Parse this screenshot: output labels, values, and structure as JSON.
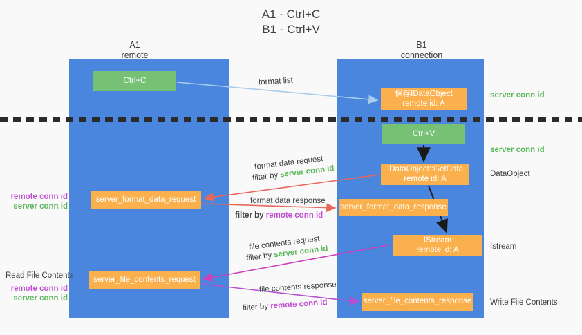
{
  "title": {
    "line1": "A1 - Ctrl+C",
    "line2": "B1 - Ctrl+V"
  },
  "columns": {
    "left": {
      "name": "A1",
      "sub": "remote"
    },
    "right": {
      "name": "B1",
      "sub": "connection"
    }
  },
  "boxes": {
    "ctrl_c": {
      "line1": "Ctrl+C",
      "line2": "",
      "color": "#77c175"
    },
    "save_idataobject": {
      "line1": "保存IDataObject",
      "line2": "remote id: A",
      "color": "#fbb04e"
    },
    "ctrl_v": {
      "line1": "Ctrl+V",
      "line2": "",
      "color": "#77c175"
    },
    "getdata": {
      "line1": "IDataObject::GetData",
      "line2": "remote id: A",
      "color": "#fbb04e"
    },
    "format_data_request": {
      "line1": "server_format_data_request",
      "line2": "",
      "color": "#fbb04e"
    },
    "format_data_response": {
      "line1": "server_format_data_response",
      "line2": "",
      "color": "#fbb04e"
    },
    "istream": {
      "line1": "IStream",
      "line2": "remote id: A",
      "color": "#fbb04e"
    },
    "file_contents_request": {
      "line1": "server_file_contents_request",
      "line2": "",
      "color": "#fbb04e"
    },
    "file_contents_response": {
      "line1": "server_file_contents_response",
      "line2": "",
      "color": "#fbb04e"
    }
  },
  "annotations": {
    "server_conn_id_1": "server conn id",
    "server_conn_id_2": "server conn id",
    "data_object": "DataObject",
    "istream": "Istream",
    "write_file_contents": "Write File Contents",
    "read_file_contents": "Read File Contents",
    "remote_conn_id": "remote conn id",
    "server_conn_id": "server conn id"
  },
  "edges": {
    "format_list": "format list",
    "format_data_request": "format data request",
    "format_data_request_filter_prefix": "filter by ",
    "format_data_request_filter_key": "server conn id",
    "format_data_response": "format data response",
    "format_data_response_filter_prefix": "filter by ",
    "format_data_response_filter_key": "remote conn id",
    "file_contents_request": "file contents request",
    "file_contents_request_filter_prefix": "filter by ",
    "file_contents_request_filter_key": "server conn id",
    "file_contents_response": "file contents response",
    "file_contents_response_filter_prefix": "filter by ",
    "file_contents_response_filter_key": "remote conn id"
  },
  "colors": {
    "lane": "#4a86dd",
    "green_box": "#77c175",
    "orange_box": "#fbb04e",
    "arrow_light_blue": "#a9ccec",
    "arrow_red": "#e8665a",
    "arrow_magenta": "#cc3fb8",
    "arrow_purple": "#b34fd0",
    "arrow_black": "#1a1a1a",
    "text_green": "#5cb85c",
    "text_purple": "#c04fd0",
    "background": "#f9f9f9"
  }
}
